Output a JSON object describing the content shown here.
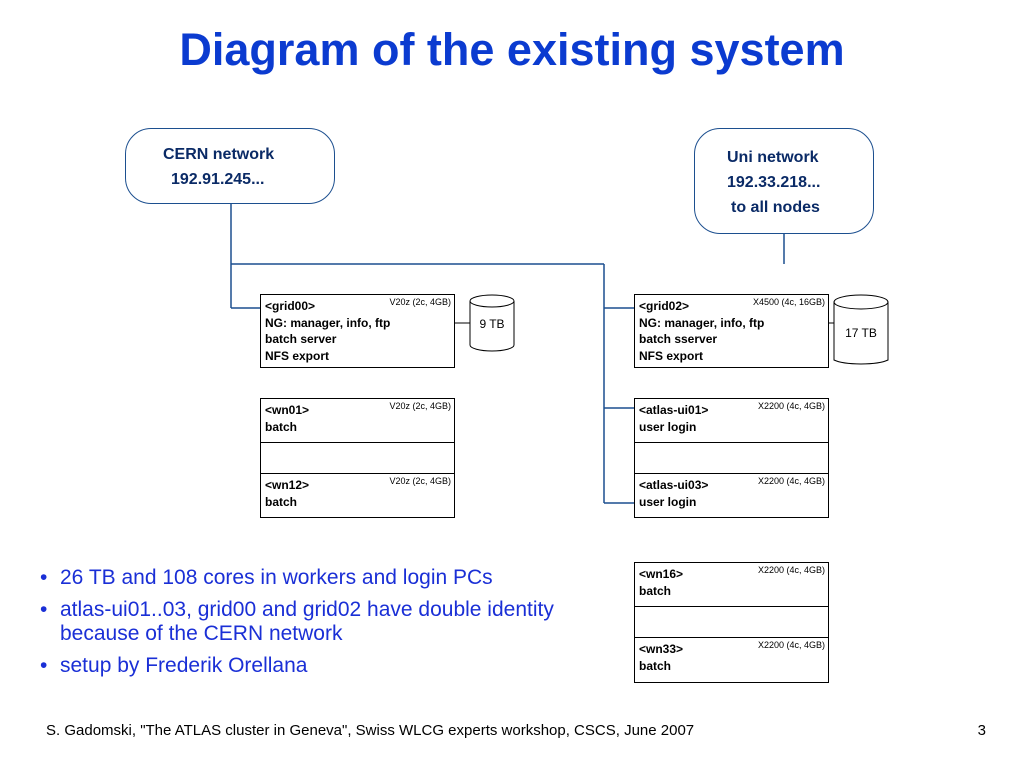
{
  "title": "Diagram of the existing system",
  "networks": {
    "cern": {
      "lines": [
        "CERN network",
        "192.91.245..."
      ]
    },
    "uni": {
      "lines": [
        "Uni network",
        "192.33.218...",
        "to all nodes"
      ]
    }
  },
  "nodes": {
    "grid00": {
      "lines": [
        "<grid00>",
        "NG: manager, info, ftp",
        "batch server",
        "NFS export"
      ],
      "spec": "V20z (2c, 4GB)"
    },
    "wn01": {
      "lines": [
        "<wn01>",
        "batch"
      ],
      "spec": "V20z (2c, 4GB)"
    },
    "wn12": {
      "lines": [
        "<wn12>",
        "batch"
      ],
      "spec": "V20z (2c, 4GB)"
    },
    "grid02": {
      "lines": [
        "<grid02>",
        "NG: manager, info, ftp",
        "batch sserver",
        "NFS export"
      ],
      "spec": "X4500 (4c, 16GB)"
    },
    "atlas_ui01": {
      "lines": [
        "<atlas-ui01>",
        "user login"
      ],
      "spec": "X2200 (4c, 4GB)"
    },
    "atlas_ui03": {
      "lines": [
        "<atlas-ui03>",
        "user login"
      ],
      "spec": "X2200 (4c, 4GB)"
    },
    "wn16": {
      "lines": [
        "<wn16>",
        "batch"
      ],
      "spec": "X2200 (4c, 4GB)"
    },
    "wn33": {
      "lines": [
        "<wn33>",
        "batch"
      ],
      "spec": "X2200 (4c, 4GB)"
    }
  },
  "disks": {
    "left": "9 TB",
    "right": "17 TB"
  },
  "bullets": [
    "26 TB and 108 cores in workers and login PCs",
    "atlas-ui01..03, grid00 and grid02 have double identity because of the CERN network",
    "setup by Frederik Orellana"
  ],
  "footer": "S. Gadomski, \"The ATLAS cluster in Geneva\", Swiss WLCG experts workshop, CSCS, June 2007",
  "page_number": "3",
  "colors": {
    "title": "#0b3bd0",
    "connector": "#1c4f8f",
    "bullets": "#1a2fd6"
  }
}
